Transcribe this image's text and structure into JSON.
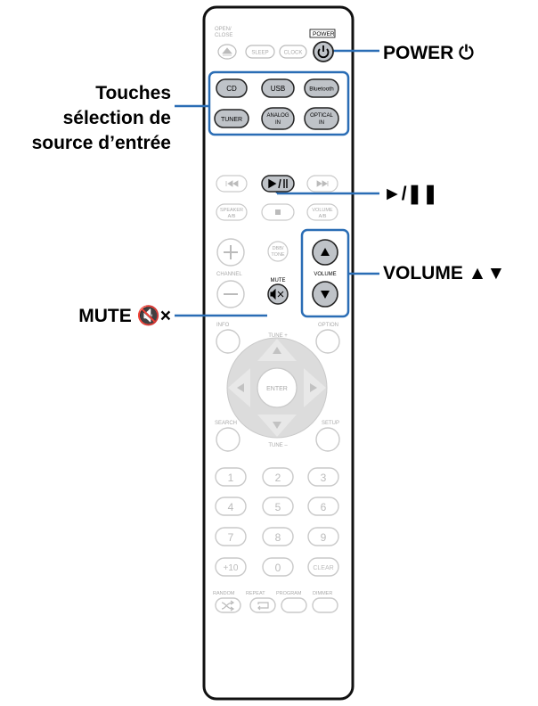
{
  "callouts": {
    "power": "POWER ⏻",
    "source_line1": "Touches",
    "source_line2": "sélection de",
    "source_line3": "source d’entrée",
    "play_pause": "►/❚❚",
    "volume": "VOLUME ▲▼",
    "mute": "MUTE 🔇×"
  },
  "remote": {
    "open_close": [
      "OPEN/",
      "CLOSE"
    ],
    "power_label": "POWER",
    "sleep": "SLEEP",
    "clock": "CLOCK",
    "src_cd": "CD",
    "src_usb": "USB",
    "src_bt": "Bluetooth",
    "src_tuner": "TUNER",
    "src_analog": [
      "ANALOG",
      "IN"
    ],
    "src_optical": [
      "OPTICAL",
      "IN"
    ],
    "speaker": [
      "SPEAKER",
      "A/B"
    ],
    "volume_ab": [
      "VOLUME",
      "A/B"
    ],
    "dbb": [
      "DBB/",
      "TONE"
    ],
    "channel": "CHANNEL",
    "mute_label": "MUTE",
    "volume_label": "VOLUME",
    "info": "INFO",
    "option": "OPTION",
    "tune_plus": "TUNE +",
    "tune_minus": "TUNE –",
    "enter": "ENTER",
    "search": "SEARCH",
    "setup": "SETUP",
    "num_1": "1",
    "num_2": "2",
    "num_3": "3",
    "num_4": "4",
    "num_5": "5",
    "num_6": "6",
    "num_7": "7",
    "num_8": "8",
    "num_9": "9",
    "plus10": "+10",
    "num_0": "0",
    "clear": "CLEAR",
    "random": "RANDOM",
    "repeat": "REPEAT",
    "program": "PROGRAM",
    "dimmer": "DIMMER"
  },
  "colors": {
    "highlight": "#2a6db5",
    "button_fill": "#bfc3c8",
    "outline": "#222222",
    "pale": "#c9c9c9"
  }
}
